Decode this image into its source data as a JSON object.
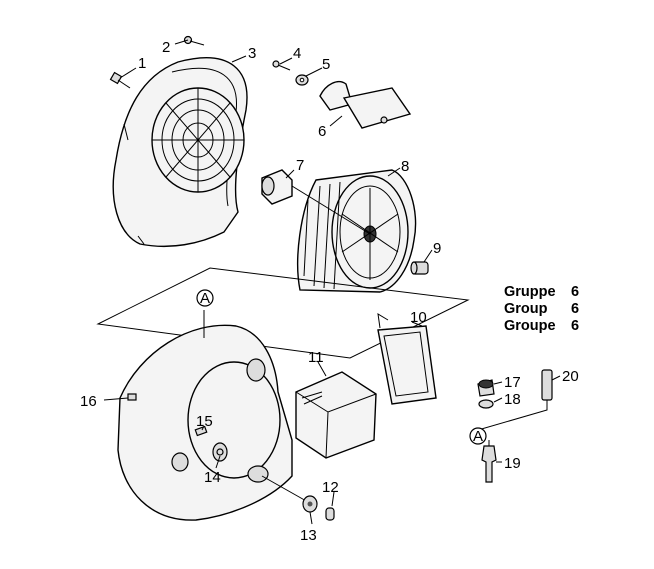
{
  "callouts": [
    {
      "n": "1",
      "text": "1"
    },
    {
      "n": "2",
      "text": "2"
    },
    {
      "n": "3",
      "text": "3"
    },
    {
      "n": "4",
      "text": "4"
    },
    {
      "n": "5",
      "text": "5"
    },
    {
      "n": "6",
      "text": "6"
    },
    {
      "n": "7",
      "text": "7"
    },
    {
      "n": "8",
      "text": "8"
    },
    {
      "n": "9",
      "text": "9"
    },
    {
      "n": "10",
      "text": "10"
    },
    {
      "n": "11",
      "text": "11"
    },
    {
      "n": "12",
      "text": "12"
    },
    {
      "n": "13",
      "text": "13"
    },
    {
      "n": "14",
      "text": "14"
    },
    {
      "n": "15",
      "text": "15"
    },
    {
      "n": "16",
      "text": "16"
    },
    {
      "n": "17",
      "text": "17"
    },
    {
      "n": "18",
      "text": "18"
    },
    {
      "n": "19",
      "text": "19"
    },
    {
      "n": "20",
      "text": "20"
    }
  ],
  "group_heading": {
    "line1": "Gruppe",
    "line2": "Group",
    "line3": "Groupe",
    "number": "6"
  },
  "reference_marks": {
    "a_upper": "A",
    "a_lower": "A"
  }
}
